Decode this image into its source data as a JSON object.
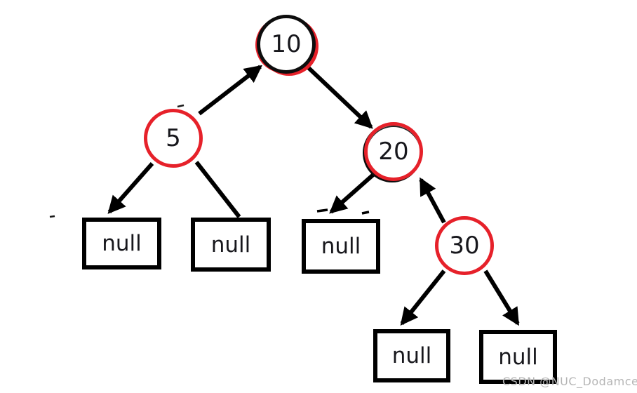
{
  "colors": {
    "node_red": "#e6212a",
    "node_black": "#0d0d0d",
    "edge_black": "#000000",
    "node_text": "#17171c",
    "watermark_gray": "#b5b5b5"
  },
  "tree": {
    "type": "binary-tree-diagram",
    "nodes": [
      {
        "id": "10",
        "label": "10",
        "ring": "black-circle-over-red"
      },
      {
        "id": "5",
        "label": "5",
        "ring": "red-circle"
      },
      {
        "id": "20",
        "label": "20",
        "ring": "red-circle-over-black"
      },
      {
        "id": "30",
        "label": "30",
        "ring": "red-circle"
      }
    ],
    "leaves": [
      {
        "id": "null-1",
        "label": "null",
        "parent": "5",
        "side": "left"
      },
      {
        "id": "null-2",
        "label": "null",
        "parent": "5",
        "side": "right"
      },
      {
        "id": "null-3",
        "label": "null",
        "parent": "20",
        "side": "left"
      },
      {
        "id": "null-4",
        "label": "null",
        "parent": "30",
        "side": "left"
      },
      {
        "id": "null-5",
        "label": "null",
        "parent": "30",
        "side": "right"
      }
    ],
    "edges": [
      {
        "from": "5",
        "to": "10",
        "arrowhead": "at-10"
      },
      {
        "from": "10",
        "to": "20",
        "arrowhead": "at-20"
      },
      {
        "from": "5",
        "to": "null-1",
        "arrowhead": "at-null-1"
      },
      {
        "from": "5",
        "to": "null-2",
        "arrowhead": "none"
      },
      {
        "from": "20",
        "to": "null-3",
        "arrowhead": "at-null-3"
      },
      {
        "from": "30",
        "to": "20",
        "arrowhead": "at-20"
      },
      {
        "from": "30",
        "to": "null-4",
        "arrowhead": "at-null-4"
      },
      {
        "from": "30",
        "to": "null-5",
        "arrowhead": "at-null-5"
      }
    ]
  },
  "watermark": {
    "text": "CSDN @NUC_Dodamce"
  }
}
